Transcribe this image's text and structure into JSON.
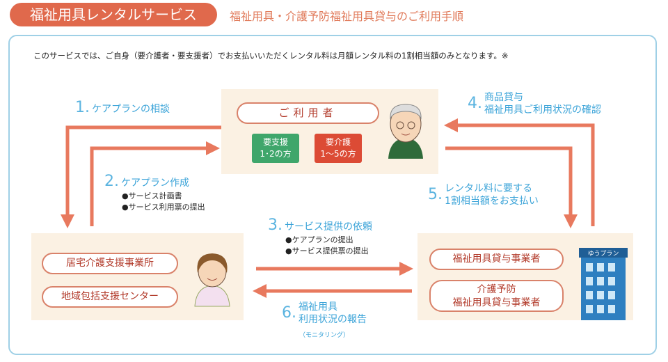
{
  "header": {
    "title": "福祉用具レンタルサービス",
    "subtitle": "福祉用具・介護予防福祉用具貸与のご利用手順"
  },
  "note": "このサービスでは、ご自身（要介護者・要支援者）でお支払いいただくレンタル料は月額レンタル料の1割相当額のみとなります。※",
  "user": {
    "label": "ご利用者",
    "support": "要支援\n1･2の方",
    "care": "要介護\n1〜5の方"
  },
  "left": {
    "office1": "居宅介護支援事業所",
    "office2": "地域包括支援センター"
  },
  "right": {
    "provider1": "福祉用具貸与事業者",
    "provider2": "介護予防\n福祉用具貸与事業者",
    "building_sign": "ゆうプラン"
  },
  "steps": [
    {
      "num": "1.",
      "text": "ケアプランの相談"
    },
    {
      "num": "2.",
      "text": "ケアプラン作成",
      "bullets": [
        "●サービス計画書",
        "●サービス利用票の提出"
      ]
    },
    {
      "num": "3.",
      "text": "サービス提供の依頼",
      "bullets": [
        "●ケアプランの提出",
        "●サービス提供票の提出"
      ]
    },
    {
      "num": "4.",
      "text": "商品貸与\n福祉用具ご利用状況の確認"
    },
    {
      "num": "5.",
      "text": "レンタル料に要する\n1割相当額をお支払い"
    },
    {
      "num": "6.",
      "text": "福祉用具\n利用状況の報告",
      "sub": "（モニタリング）"
    }
  ],
  "colors": {
    "accent": "#e0694c",
    "arrow": "#e8795e",
    "step": "#3aa3d8",
    "green": "#3fa66b",
    "red": "#dc4b35"
  }
}
